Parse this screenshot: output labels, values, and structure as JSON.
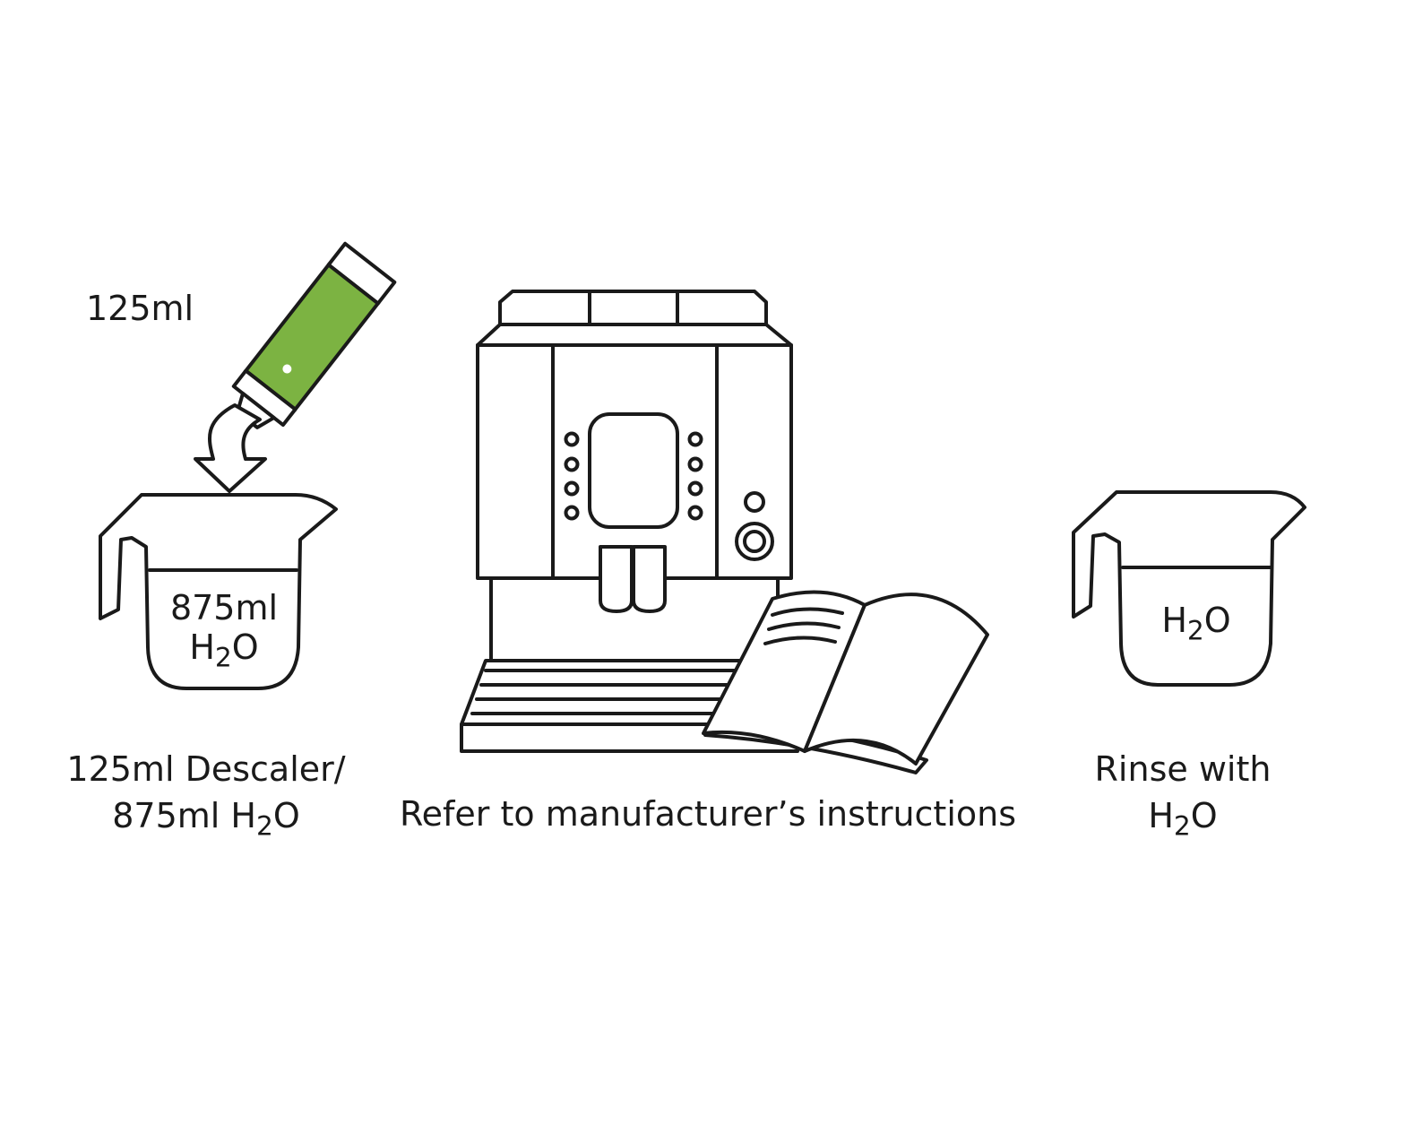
{
  "colors": {
    "ink": "#1a1a1a",
    "descaler_green": "#7cb342",
    "background": "#ffffff"
  },
  "steps": [
    {
      "icons": [
        "descaler-bottle-icon",
        "pour-arrow-icon",
        "measuring-jug-icon"
      ],
      "bottle_label": "125ml",
      "jug_line1": "875ml",
      "jug_h": "H",
      "jug_sub": "2",
      "jug_o": "O",
      "caption_line1": "125ml Descaler/",
      "caption_line2_prefix": "875ml H",
      "caption_sub": "2",
      "caption_o": "O"
    },
    {
      "icons": [
        "coffee-machine-icon",
        "manual-book-icon"
      ],
      "caption": "Refer to manufacturer’s instructions"
    },
    {
      "icons": [
        "measuring-jug-icon"
      ],
      "jug_h": "H",
      "jug_sub": "2",
      "jug_o": "O",
      "caption_line1": "Rinse with",
      "caption_h": "H",
      "caption_sub": "2",
      "caption_o": "O"
    }
  ]
}
